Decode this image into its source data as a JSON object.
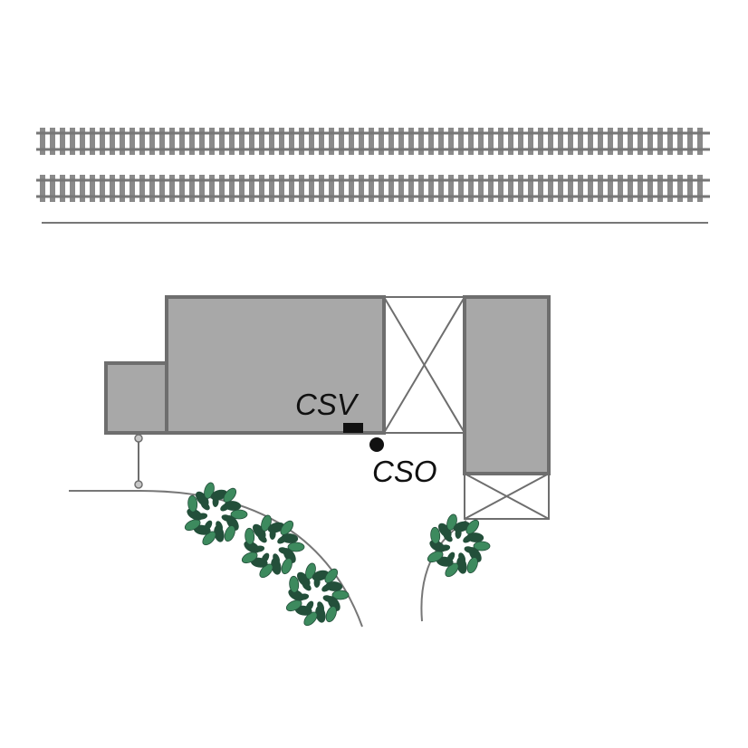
{
  "labels": {
    "csv": "CSV",
    "cso": "CSO"
  },
  "colors": {
    "building_fill": "#a8a8a8",
    "outline": "#6e6e6e",
    "rail": "#777777",
    "sleeper": "#8a8a8a",
    "road_line": "#777777",
    "foliage_light": "#3d8a5e",
    "foliage_dark": "#234f3a",
    "marker": "#111111",
    "background": "#ffffff"
  },
  "icons": {
    "csv_marker": "filled-rectangle",
    "cso_marker": "filled-circle",
    "shrub": "shrub-icon",
    "bollard": "bollard-icon"
  }
}
